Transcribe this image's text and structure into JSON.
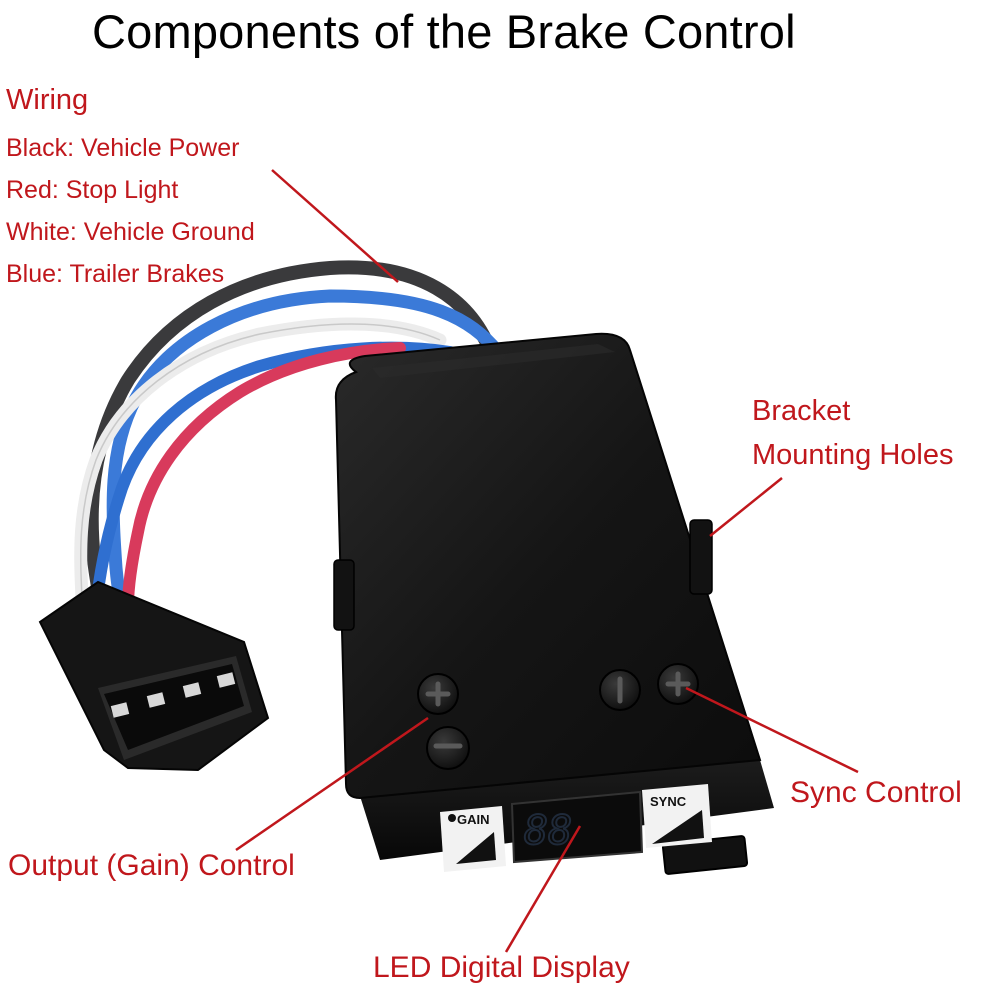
{
  "title": "Components of the Brake Control",
  "wiring": {
    "heading": "Wiring",
    "lines": [
      "Black: Vehicle Power",
      "Red: Stop Light",
      "White: Vehicle Ground",
      "Blue: Trailer Brakes"
    ]
  },
  "labels": {
    "bracket_line1": "Bracket",
    "bracket_line2": "Mounting Holes",
    "sync_control": "Sync Control",
    "gain_control": "Output (Gain) Control",
    "led_display": "LED Digital Display"
  },
  "device": {
    "gain_label": "GAIN",
    "sync_label": "SYNC",
    "display_value": "88"
  },
  "colors": {
    "label_red": "#c0171c",
    "wire_black": "#3a3a3c",
    "wire_red": "#d83a5c",
    "wire_white": "#eeeeee",
    "wire_blue": "#3b7ad8",
    "housing": "#141414"
  }
}
